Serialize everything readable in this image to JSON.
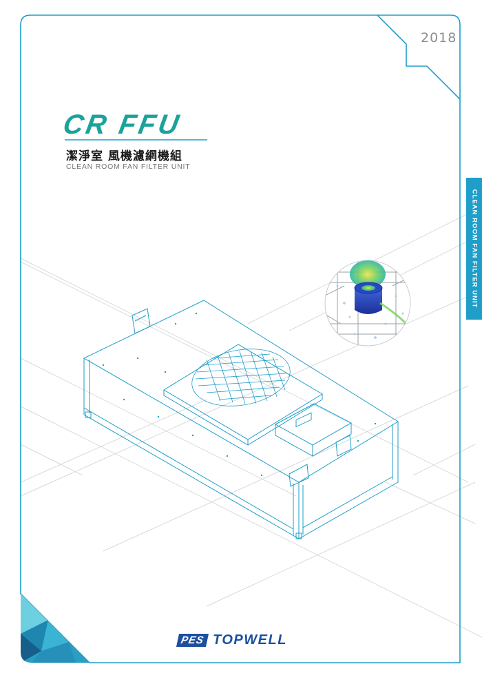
{
  "cover": {
    "year": "2018",
    "logo_text": "CR FFU",
    "title_zh": "潔淨室 風機濾網機組",
    "title_en": "CLEAN ROOM FAN FILTER UNIT",
    "side_tab": "CLEAN ROOM FAN FILTER UNIT"
  },
  "brand": {
    "pes": "PES",
    "name": "TOPWELL"
  },
  "colors": {
    "accent": "#1e9ec8",
    "brand_blue": "#1d4fa0",
    "text_dark": "#1b1b1b",
    "text_gray": "#6f7478"
  },
  "icons": {
    "product_illustration": "fan-filter-unit-icon",
    "airflow_simulation": "airflow-simulation-icon",
    "corner_decoration": "polygon-mosaic-icon"
  }
}
